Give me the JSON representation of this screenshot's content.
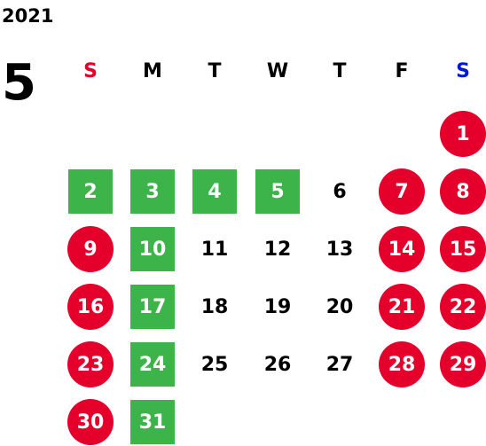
{
  "year": "2021",
  "month": "5",
  "colors": {
    "sunday": "#e4002b",
    "saturday": "#0019d6",
    "holiday_circle": "#e4002b",
    "business_day_square": "#3cb44a"
  },
  "weekdays": [
    {
      "label": "S",
      "color": "#e4002b"
    },
    {
      "label": "M",
      "color": "#000000"
    },
    {
      "label": "T",
      "color": "#000000"
    },
    {
      "label": "W",
      "color": "#000000"
    },
    {
      "label": "T",
      "color": "#000000"
    },
    {
      "label": "F",
      "color": "#000000"
    },
    {
      "label": "S",
      "color": "#0019d6"
    }
  ],
  "weeks": [
    [
      null,
      null,
      null,
      null,
      null,
      null,
      {
        "day": "1",
        "style": "red"
      }
    ],
    [
      {
        "day": "2",
        "style": "green"
      },
      {
        "day": "3",
        "style": "green"
      },
      {
        "day": "4",
        "style": "green"
      },
      {
        "day": "5",
        "style": "green"
      },
      {
        "day": "6",
        "style": "plain"
      },
      {
        "day": "7",
        "style": "red"
      },
      {
        "day": "8",
        "style": "red"
      }
    ],
    [
      {
        "day": "9",
        "style": "red"
      },
      {
        "day": "10",
        "style": "green"
      },
      {
        "day": "11",
        "style": "plain"
      },
      {
        "day": "12",
        "style": "plain"
      },
      {
        "day": "13",
        "style": "plain"
      },
      {
        "day": "14",
        "style": "red"
      },
      {
        "day": "15",
        "style": "red"
      }
    ],
    [
      {
        "day": "16",
        "style": "red"
      },
      {
        "day": "17",
        "style": "green"
      },
      {
        "day": "18",
        "style": "plain"
      },
      {
        "day": "19",
        "style": "plain"
      },
      {
        "day": "20",
        "style": "plain"
      },
      {
        "day": "21",
        "style": "red"
      },
      {
        "day": "22",
        "style": "red"
      }
    ],
    [
      {
        "day": "23",
        "style": "red"
      },
      {
        "day": "24",
        "style": "green"
      },
      {
        "day": "25",
        "style": "plain"
      },
      {
        "day": "26",
        "style": "plain"
      },
      {
        "day": "27",
        "style": "plain"
      },
      {
        "day": "28",
        "style": "red"
      },
      {
        "day": "29",
        "style": "red"
      }
    ],
    [
      {
        "day": "30",
        "style": "red"
      },
      {
        "day": "31",
        "style": "green"
      },
      null,
      null,
      null,
      null,
      null
    ]
  ]
}
